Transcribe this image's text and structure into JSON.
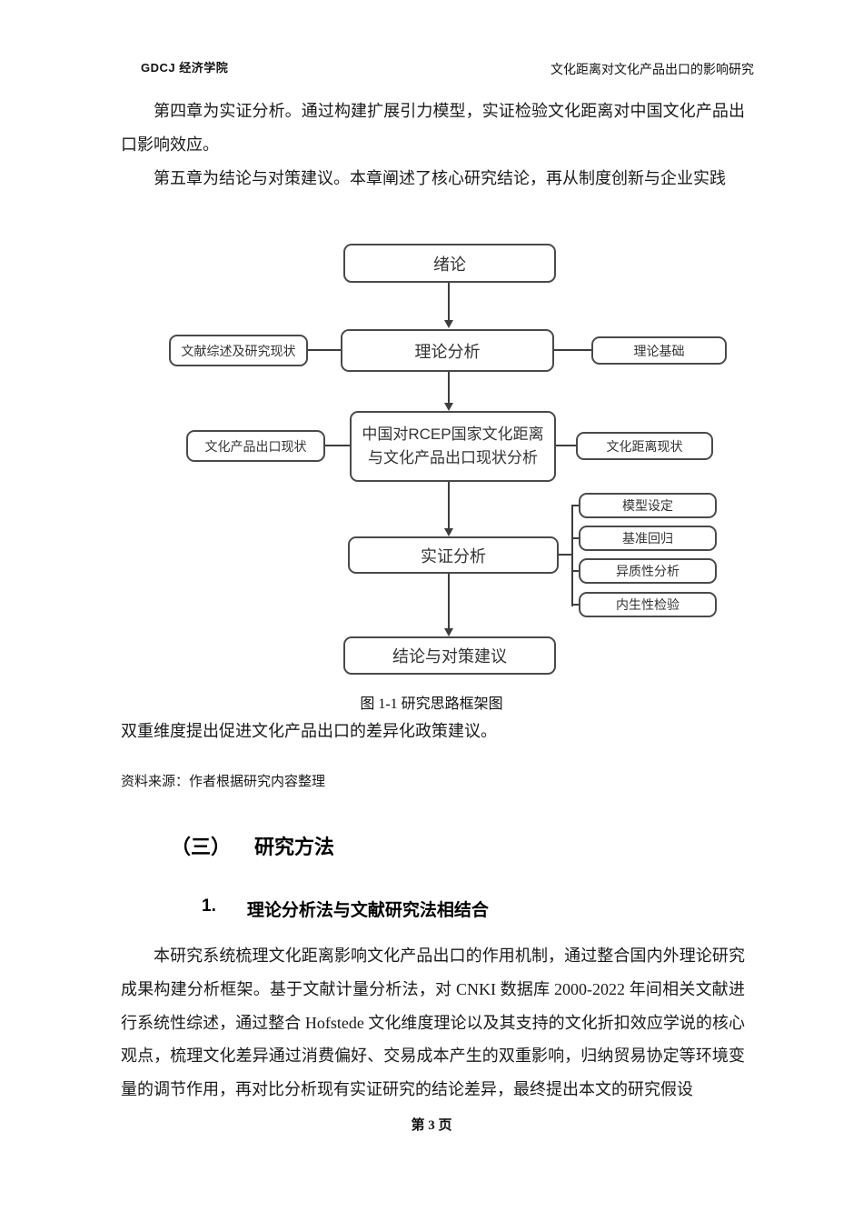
{
  "header": {
    "left": "GDCJ 经济学院",
    "right": "文化距离对文化产品出口的影响研究"
  },
  "paragraphs": {
    "p1": "第四章为实证分析。通过构建扩展引力模型，实证检验文化距离对中国文化产品出口影响效应。",
    "p2": "第五章为结论与对策建议。本章阐述了核心研究结论，再从制度创新与企业实践",
    "p3": "双重维度提出促进文化产品出口的差异化政策建议。",
    "source_note": "资料来源：作者根据研究内容整理",
    "p4": "本研究系统梳理文化距离影响文化产品出口的作用机制，通过整合国内外理论研究成果构建分析框架。基于文献计量分析法，对 CNKI 数据库 2000-2022 年间相关文献进行系统性综述，通过整合 Hofstede 文化维度理论以及其支持的文化折扣效应学说的核心观点，梳理文化差异通过消费偏好、交易成本产生的双重影响，归纳贸易协定等环境变量的调节作用，再对比分析现有实证研究的结论差异，最终提出本文的研究假设"
  },
  "diagram": {
    "caption": "图 1-1 研究思路框架图",
    "boxes": {
      "intro": "绪论",
      "theory": "理论分析",
      "literature": "文献综述及研究现状",
      "theory_basis": "理论基础",
      "center_line1": "中国对RCEP国家文化距离",
      "center_line2": "与文化产品出口现状分析",
      "export_status": "文化产品出口现状",
      "distance_status": "文化距离现状",
      "empirical": "实证分析",
      "model": "模型设定",
      "baseline": "基准回归",
      "heterogeneity": "异质性分析",
      "endogeneity": "内生性检验",
      "conclusion": "结论与对策建议"
    }
  },
  "headings": {
    "section_num": "（三）",
    "section_title": "研究方法",
    "subsection_num": "1.",
    "subsection_title": "理论分析法与文献研究法相结合"
  },
  "footer": {
    "page_label": "第 3 页"
  },
  "colors": {
    "diagram_line": "#3d3d3d",
    "box_border": "#4a4a4a"
  }
}
